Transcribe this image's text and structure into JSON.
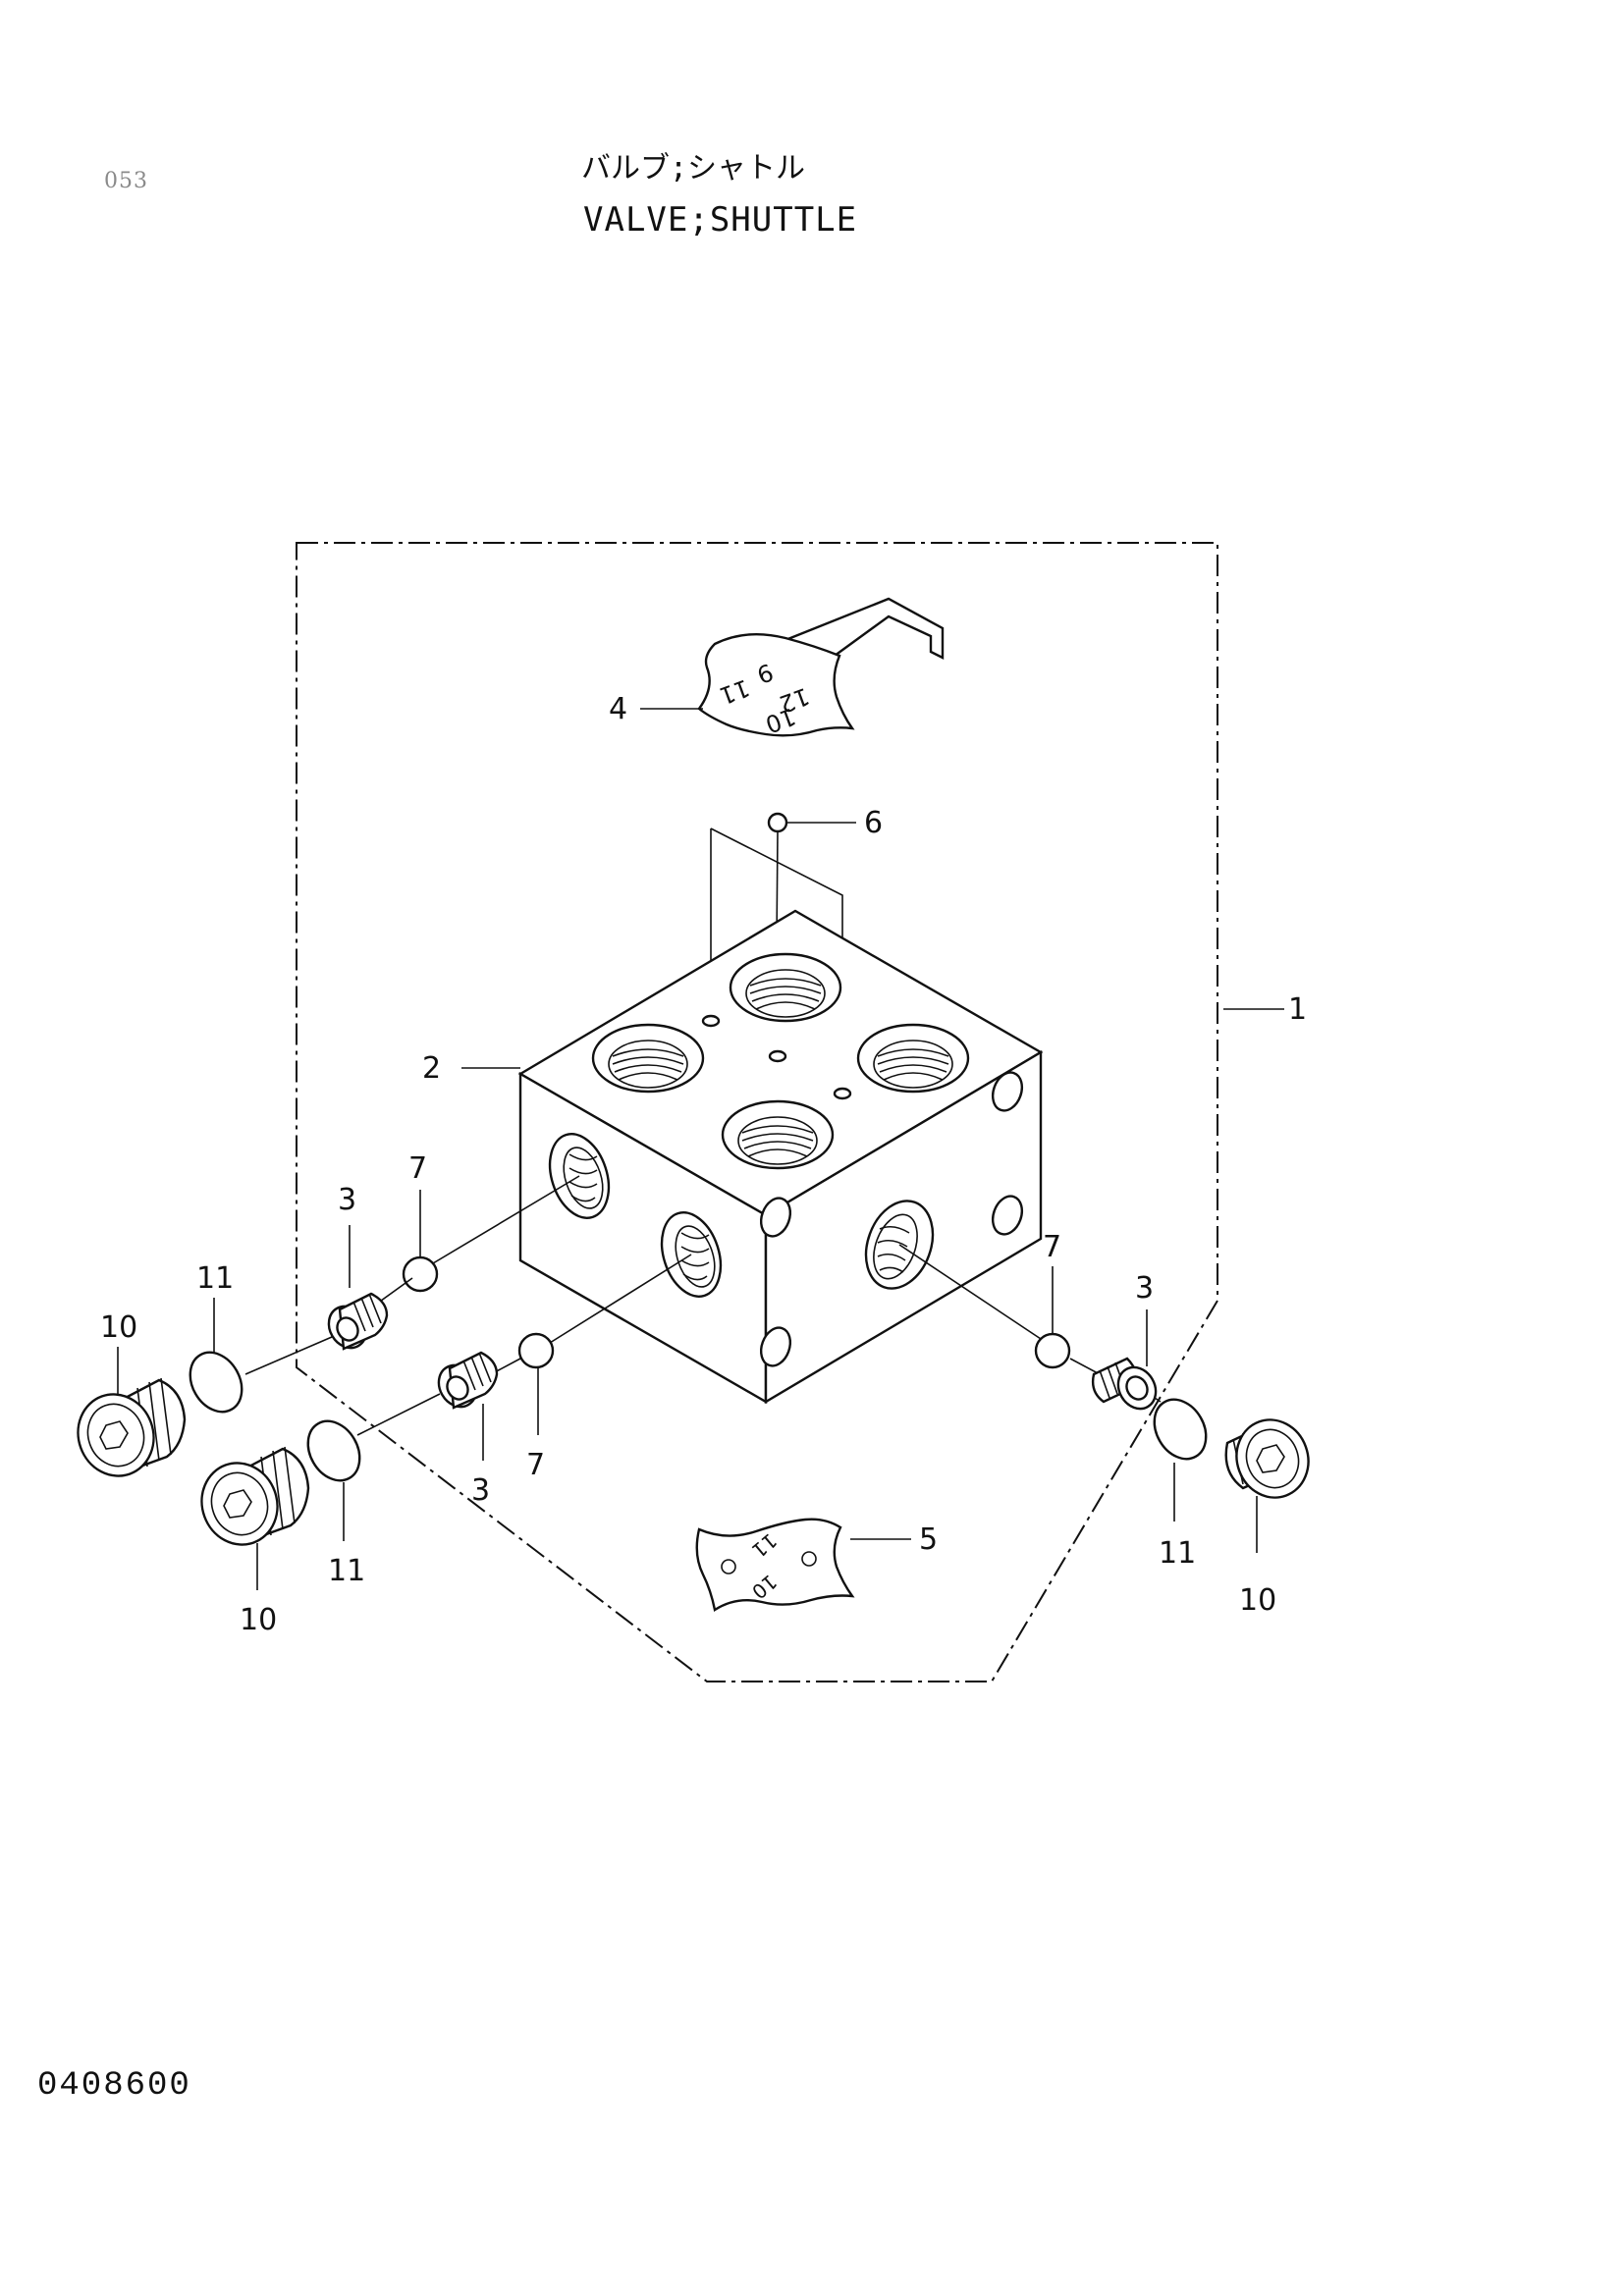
{
  "header": {
    "page_number": "053",
    "title_jp": "バルブ;シャトル",
    "title_en": "VALVE;SHUTTLE"
  },
  "footer": {
    "drawing_number": "0408600"
  },
  "callouts": {
    "c1": "1",
    "c2": "2",
    "c3a": "3",
    "c3b": "3",
    "c3c": "3",
    "c4": "4",
    "c5": "5",
    "c6": "6",
    "c7a": "7",
    "c7b": "7",
    "c7c": "7",
    "c10a": "10",
    "c10b": "10",
    "c10c": "10",
    "c11a": "11",
    "c11b": "11",
    "c11c": "11"
  },
  "plate_marks": {
    "top": [
      "11",
      "9",
      "12",
      "10"
    ],
    "bottom": [
      "11",
      "10"
    ]
  }
}
